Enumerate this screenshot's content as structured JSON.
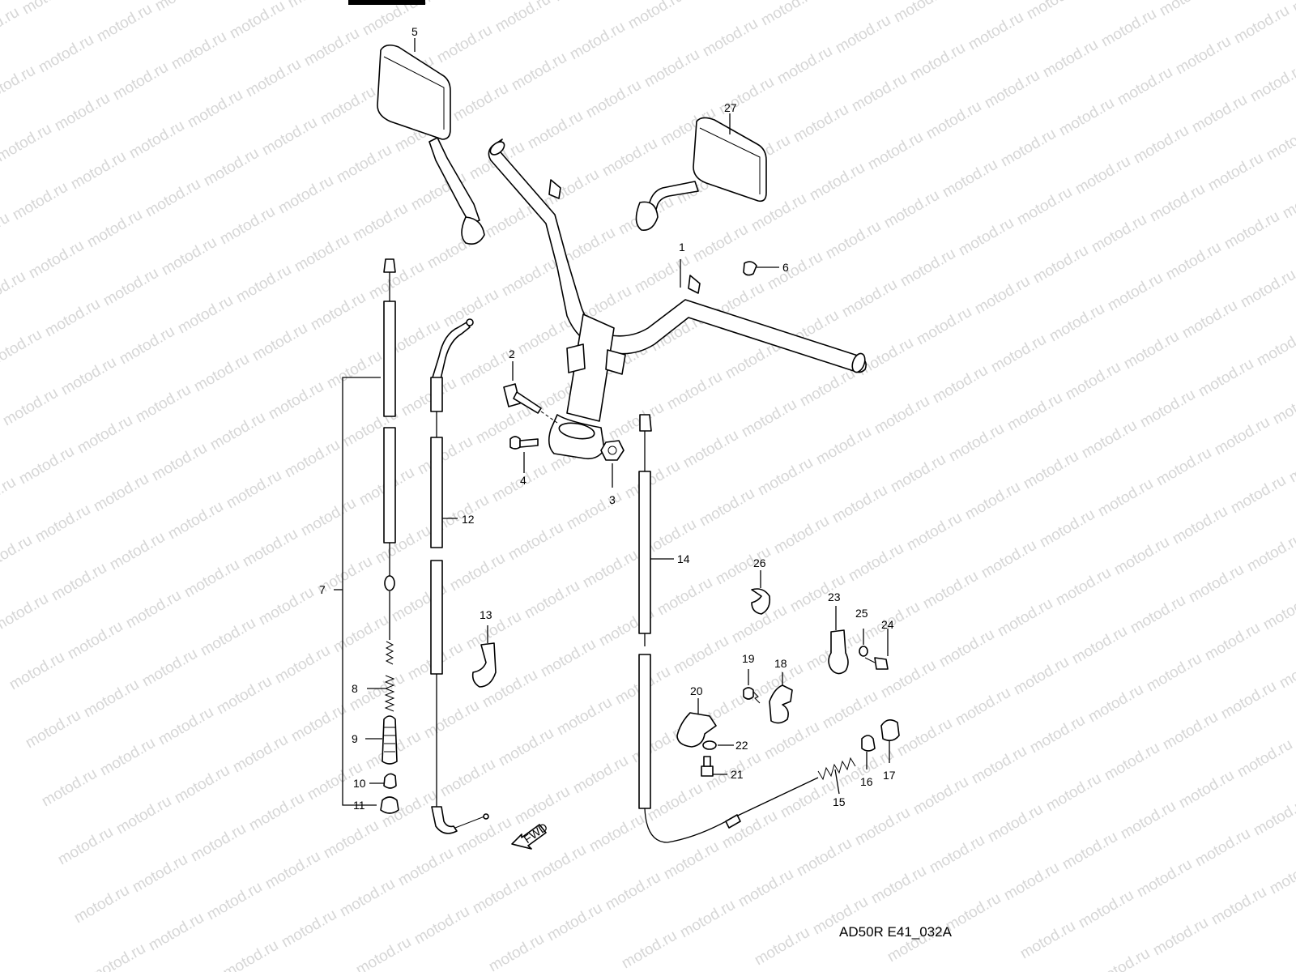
{
  "watermark": "motod.ru",
  "diagram_code": "AD50R E41_032A",
  "fwd_label": "FWD",
  "callouts": [
    {
      "id": "c1",
      "label": "1"
    },
    {
      "id": "c2",
      "label": "2"
    },
    {
      "id": "c3",
      "label": "3"
    },
    {
      "id": "c4",
      "label": "4"
    },
    {
      "id": "c5",
      "label": "5"
    },
    {
      "id": "c6",
      "label": "6"
    },
    {
      "id": "c7",
      "label": "7"
    },
    {
      "id": "c8",
      "label": "8"
    },
    {
      "id": "c9",
      "label": "9"
    },
    {
      "id": "c10",
      "label": "10"
    },
    {
      "id": "c11",
      "label": "11"
    },
    {
      "id": "c12",
      "label": "12"
    },
    {
      "id": "c13",
      "label": "13"
    },
    {
      "id": "c14",
      "label": "14"
    },
    {
      "id": "c15",
      "label": "15"
    },
    {
      "id": "c16",
      "label": "16"
    },
    {
      "id": "c17",
      "label": "17"
    },
    {
      "id": "c18",
      "label": "18"
    },
    {
      "id": "c19",
      "label": "19"
    },
    {
      "id": "c20",
      "label": "20"
    },
    {
      "id": "c21",
      "label": "21"
    },
    {
      "id": "c22",
      "label": "22"
    },
    {
      "id": "c23",
      "label": "23"
    },
    {
      "id": "c24",
      "label": "24"
    },
    {
      "id": "c25",
      "label": "25"
    },
    {
      "id": "c26",
      "label": "26"
    },
    {
      "id": "c27",
      "label": "27"
    }
  ]
}
